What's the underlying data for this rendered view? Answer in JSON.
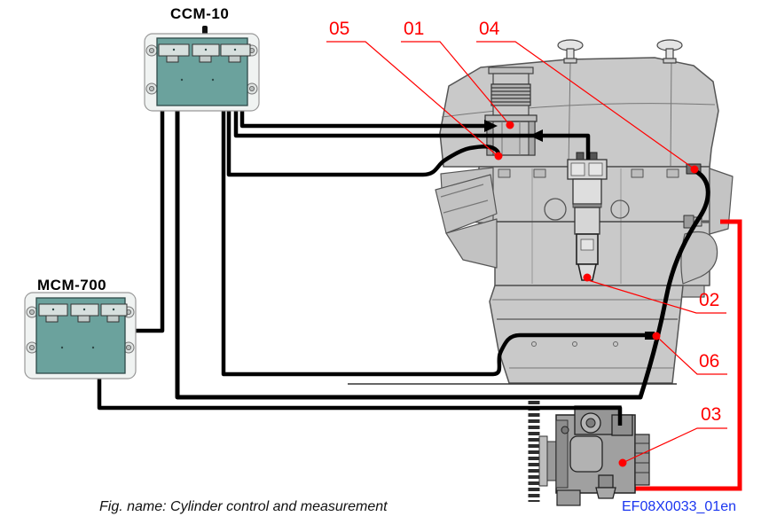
{
  "modules": {
    "ccm": {
      "name": "CCM-10"
    },
    "mcm": {
      "name": "MCM-700"
    }
  },
  "callouts": [
    {
      "label": "05"
    },
    {
      "label": "01"
    },
    {
      "label": "04"
    },
    {
      "label": "02"
    },
    {
      "label": "06"
    },
    {
      "label": "03"
    }
  ],
  "footer": {
    "caption": "Fig. name: Cylinder control and measurement",
    "doc_code": "EF08X0033_01en"
  },
  "colors": {
    "callout_red": "#ff0000",
    "module_teal": "#6ba29d",
    "connector_gray": "#d7e0de",
    "engine_gray": "#c9c9c9",
    "pump_gray": "#a0a0a0",
    "wire_black": "#000000",
    "doc_code_blue": "#1a35f0"
  }
}
